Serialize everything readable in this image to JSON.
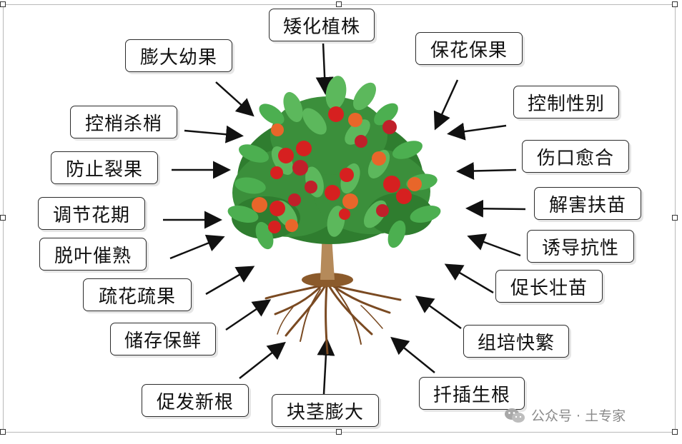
{
  "labels": {
    "top": "矮化植株",
    "fruit_enlarge": "膨大幼果",
    "flower_fruit_protect": "保花保果",
    "sex_control": "控制性别",
    "shoot_control": "控梢杀梢",
    "wound_heal": "伤口愈合",
    "crack_prevent": "防止裂果",
    "detox_seedling": "解害扶苗",
    "flowering_regulate": "调节花期",
    "resistance_induce": "诱导抗性",
    "defoliate_ripen": "脱叶催熟",
    "growth_seedling": "促长壮苗",
    "thinning": "疏花疏果",
    "tissue_culture": "组培快繁",
    "storage_fresh": "储存保鲜",
    "cutting_root": "扦插生根",
    "new_root": "促发新根",
    "tuber_enlarge": "块茎膨大"
  },
  "watermark": {
    "text": "公众号 · 土专家",
    "icon": "wechat-icon"
  },
  "colors": {
    "leaf_dark": "#2f7d2f",
    "leaf_light": "#5cb85c",
    "fruit_red": "#d62020",
    "fruit_orange": "#e8662a",
    "trunk": "#b58a5a",
    "root": "#7a4a22"
  }
}
